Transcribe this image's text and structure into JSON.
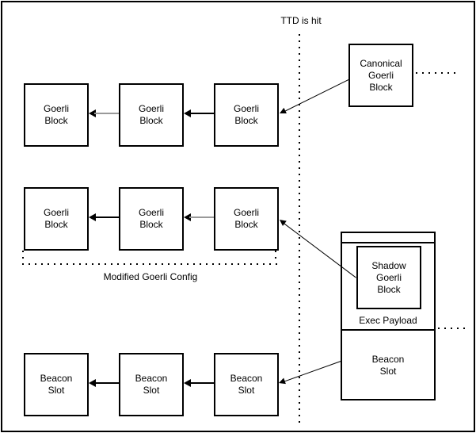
{
  "labels": {
    "ttd": "TTD is hit",
    "modified_goerli_config": "Modified Goerli Config",
    "goerli_block": "Goerli\nBlock",
    "canonical_goerli_block": "Canonical\nGoerli\nBlock",
    "shadow_goerli_block": "Shadow\nGoerli\nBlock",
    "exec_payload": "Exec Payload",
    "beacon_slot": "Beacon\nSlot"
  },
  "colors": {
    "line": "#000000",
    "gray_arrow": "#999999",
    "background": "#ffffff"
  }
}
